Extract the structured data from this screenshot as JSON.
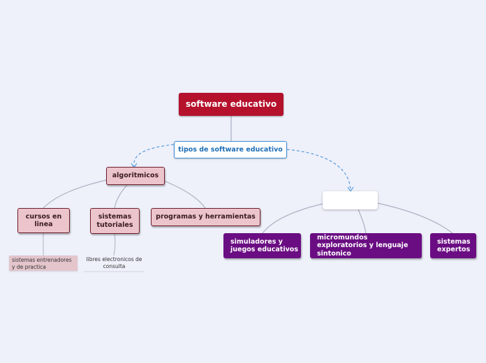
{
  "root": {
    "label": "software educativo"
  },
  "category": {
    "label": "tipos de software educativo"
  },
  "algoritmicos": {
    "label": "algoritmicos",
    "children": [
      {
        "label": "cursos en linea",
        "note": "sistemas entrenadores y de practica"
      },
      {
        "label": "sistemas tutoriales",
        "note": "libres electronicos de consulta"
      },
      {
        "label": "programas y herramientas"
      }
    ]
  },
  "heuristic": {
    "label": "",
    "children": [
      {
        "label": "simuladores y juegos educativos"
      },
      {
        "label": "micromundos exploratorios y lenguaje sintonico"
      },
      {
        "label": "sistemas expertos"
      }
    ]
  },
  "colors": {
    "root": "#b5112c",
    "category_border": "#3c8fd6",
    "algoritmicos_fill": "#ecc5cc",
    "algoritmicos_border": "#6d1d2a",
    "heuristic_fill": "#6a0d82",
    "background": "#eef0fa"
  }
}
